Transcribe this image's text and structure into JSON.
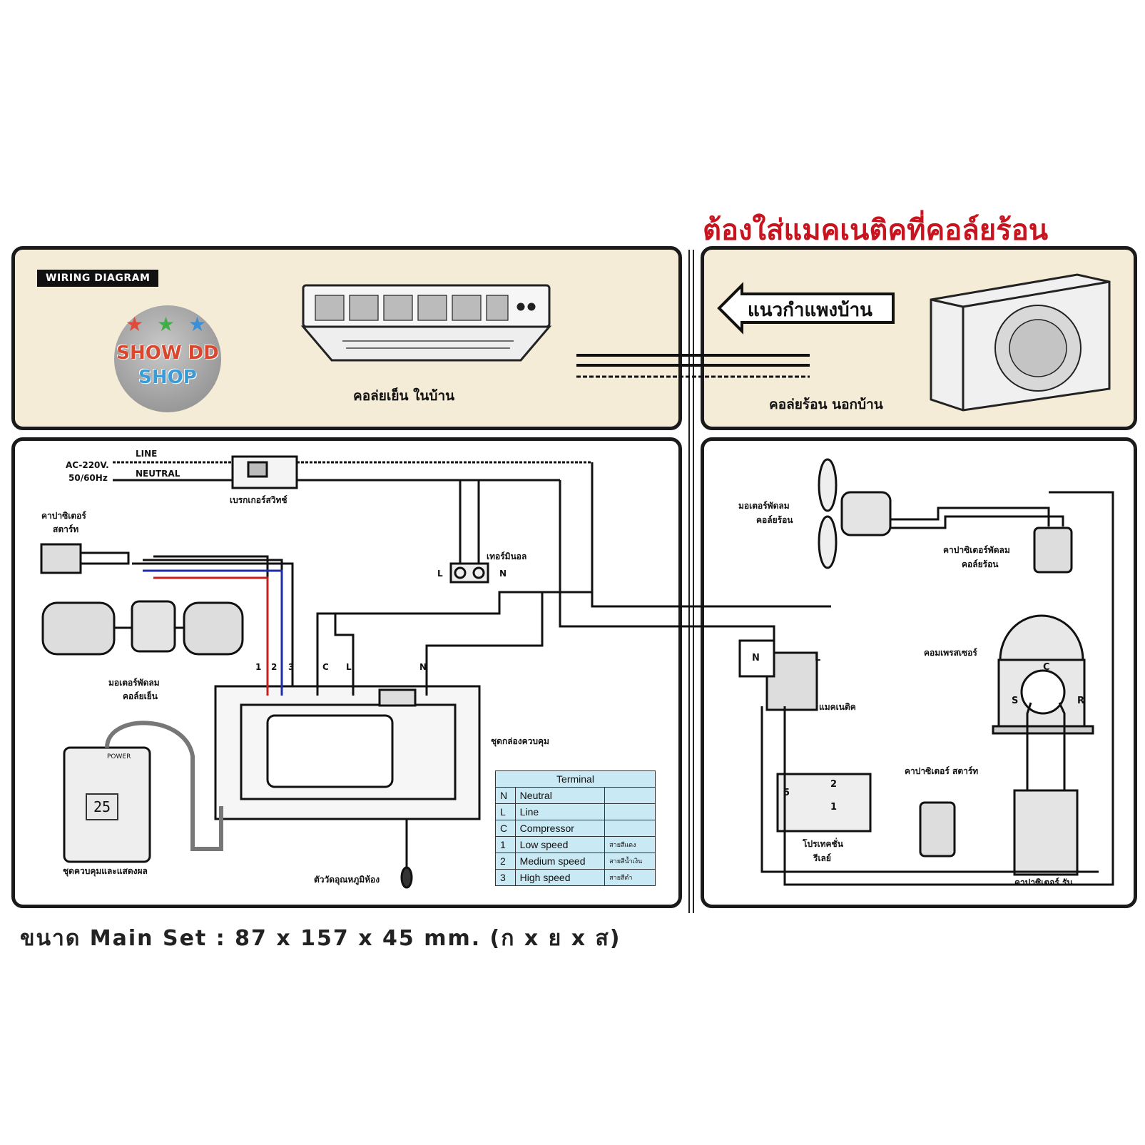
{
  "headline": "ต้องใส่แมคเนติคที่คอล์ยร้อน",
  "badge": "WIRING DIAGRAM",
  "logo": {
    "line1": "SHOW DD",
    "line2": "SHOP",
    "star_colors": [
      "#e04a3a",
      "#3fae4a",
      "#3a8fd6"
    ]
  },
  "indoor_caption": "คอล่ยเย็น ในบ้าน",
  "wall_arrow": "แนวกำแพงบ้าน",
  "outdoor_caption": "คอล่ยร้อน นอกบ้าน",
  "power": {
    "ac": "AC-220V.",
    "hz": "50/60Hz",
    "line": "LINE",
    "neutral": "NEUTRAL"
  },
  "labels": {
    "breaker": "เบรกเกอร์สวิทช์",
    "start_cap": [
      "คาปาซิเตอร์",
      "สตาร์ท"
    ],
    "fan_motor_indoor": [
      "มอเตอร์พัดลม",
      "คอล์ยเย็น"
    ],
    "terminal": "เทอร์มินอล",
    "terminal_l": "L",
    "terminal_n": "N",
    "control_box": "ชุดกล่องควบคุม",
    "remote": "ชุดควบคุมและแสดงผล",
    "room_sensor": "ตัววัดอุณหภูมิห้อง",
    "wire_nums": [
      "1",
      "2",
      "3",
      "C",
      "L",
      "N"
    ],
    "fan_motor_outdoor": [
      "มอเตอร์พัดลม",
      "คอล์ยร้อน"
    ],
    "fan_cap_outdoor": [
      "คาปาซิเตอร์พัดลม",
      "คอล์ยร้อน"
    ],
    "compressor": "คอมเพรสเซอร์",
    "comp_c": "C",
    "comp_s": "S",
    "comp_r": "R",
    "magnetic": "แมคเนติค",
    "mag_n": "N",
    "mag_l": "L",
    "relay": [
      "โปรเทคชั่น",
      "รีเลย์"
    ],
    "relay_5": "5",
    "relay_2": "2",
    "relay_1": "1",
    "start_cap_outdoor": "คาปาซิเตอร์ สตาร์ท",
    "run_cap": "คาปาซิเตอร์ รัน",
    "display_value": "25",
    "power_label": "POWER"
  },
  "terminal_table": {
    "title": "Terminal",
    "rows": [
      {
        "code": "N",
        "name": "Neutral",
        "note": ""
      },
      {
        "code": "L",
        "name": "Line",
        "note": ""
      },
      {
        "code": "C",
        "name": "Compressor",
        "note": ""
      },
      {
        "code": "1",
        "name": "Low speed",
        "note": "สายสีแดง"
      },
      {
        "code": "2",
        "name": "Medium speed",
        "note": "สายสีน้ำเงิน"
      },
      {
        "code": "3",
        "name": "High speed",
        "note": "สายสีดำ"
      }
    ]
  },
  "footer": "ขนาด Main Set : 87 x 157 x 45 mm. (ก x ย x ส)",
  "colors": {
    "headline": "#c8141e",
    "cream": "#f4ecd6",
    "table": "#c9e9f4",
    "red_wire": "#c81e1e",
    "blue_wire": "#1e2ea8"
  }
}
